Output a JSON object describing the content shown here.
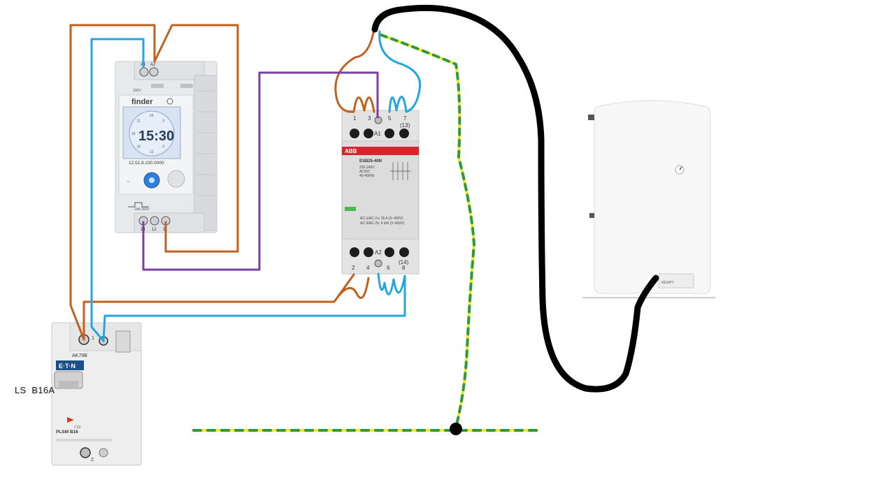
{
  "breaker": {
    "side_label": "LS  B16A",
    "brand": "E·T·N",
    "top_terminal": "1",
    "bottom_terminal": "2",
    "model_code": "AK79B",
    "rating_text": "PLSM B16",
    "rating_sub": "C10",
    "colors": {
      "body": "#eeeeee",
      "brand_bg": "#1b4f8a",
      "accent": "#d23a2a"
    }
  },
  "timer": {
    "brand": "finder",
    "time": "15:30",
    "model": "12.51.8.230.0000",
    "voltage": "230V",
    "contact_rating": "16A 250V",
    "top_terminals": [
      "A1",
      "A2"
    ],
    "bottom_terminals": [
      "14",
      "12",
      "11"
    ],
    "dial_numbers": [
      "24",
      "3",
      "6",
      "9",
      "12",
      "15",
      "18",
      "21"
    ],
    "colors": {
      "body": "#e8e9eb",
      "display": "#d7e3f2",
      "knob": "#2f7fd8"
    }
  },
  "contactor": {
    "brand": "ABB",
    "model": "ESB25-40N",
    "spec_lines": [
      "230-240V",
      "AC/DC",
      "40-400Hz"
    ],
    "ratings_lines": [
      "AC-1/AC-7a: 25 A   (3~400V)",
      "AC-3/AC-7b:  4 kW (3~400V)"
    ],
    "top_terminals": [
      "1",
      "3",
      "5",
      "7"
    ],
    "top_coil": "A1",
    "top_aux": "(13)",
    "bottom_terminals": [
      "2",
      "4",
      "6",
      "8"
    ],
    "bottom_coil": "A2",
    "bottom_aux": "(14)",
    "colors": {
      "body": "#dcdcdc",
      "stripe": "#d9232d",
      "indicator": "#4cb84c"
    }
  },
  "boiler": {
    "label": "MEMPY",
    "colors": {
      "body": "#f7f7f7"
    }
  },
  "wire_colors": {
    "brown": "#c0611e",
    "blue": "#23a6dd",
    "purple": "#7a3fa0",
    "cable": "#000000",
    "earth_yellow": "#f2ea1f",
    "earth_green": "#2e9a3f"
  }
}
